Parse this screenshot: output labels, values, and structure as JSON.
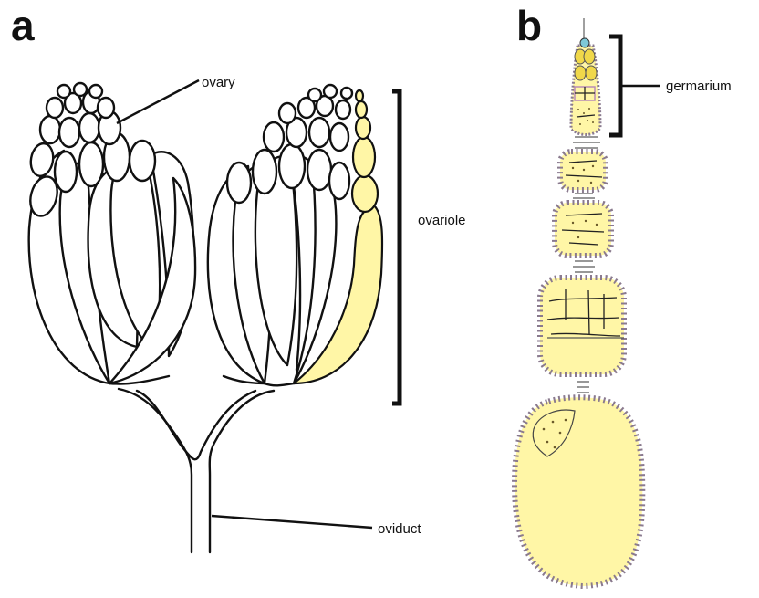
{
  "panels": {
    "a": {
      "letter": "a"
    },
    "b": {
      "letter": "b"
    }
  },
  "labels": {
    "ovary": "ovary",
    "ovariole": "ovariole",
    "oviduct": "oviduct",
    "germarium": "germarium"
  },
  "colors": {
    "highlight": "#fff6a6",
    "outline": "#111111",
    "follicle_border": "#8a7a8e",
    "background": "#ffffff"
  }
}
